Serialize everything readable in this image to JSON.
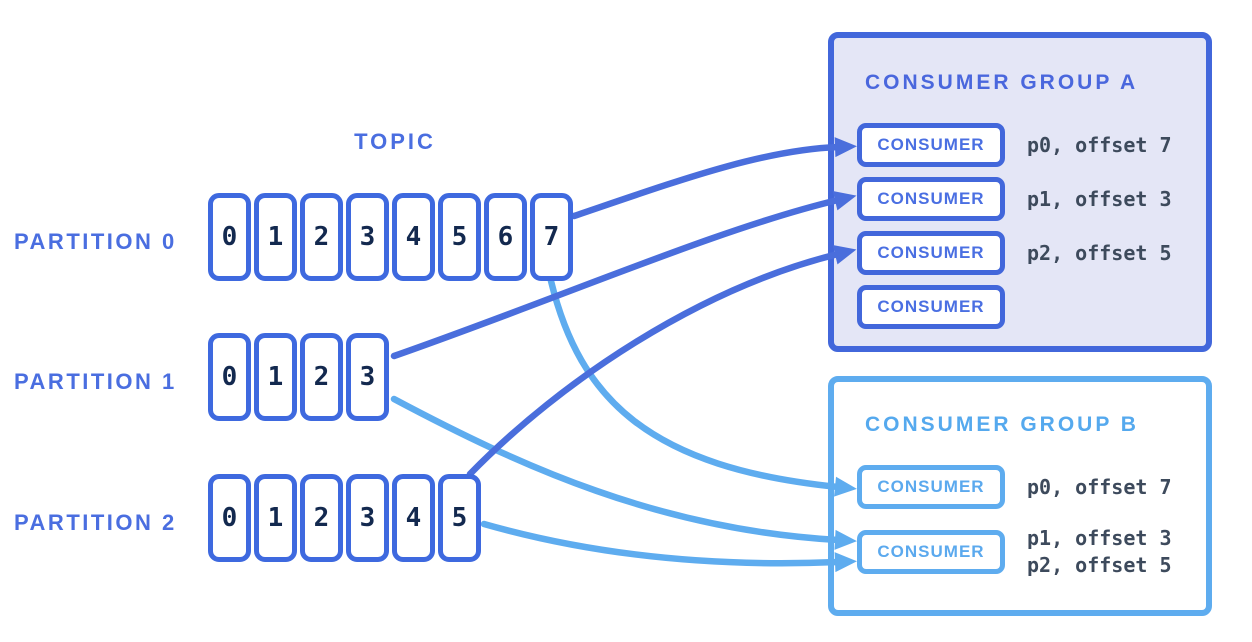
{
  "topic_label": "TOPIC",
  "colors": {
    "dark_blue": "#4267DB",
    "cell_border_blue": "#3E69DF",
    "light_blue": "#5EACEF",
    "group_a_fill": "#E4E6F6",
    "label_blue": "#4A6EE0",
    "cell_digit_navy": "#13294F",
    "offset_text": "#3D4A5C"
  },
  "partitions": [
    {
      "label": "PARTITION 0",
      "cells": [
        "0",
        "1",
        "2",
        "3",
        "4",
        "5",
        "6",
        "7"
      ]
    },
    {
      "label": "PARTITION 1",
      "cells": [
        "0",
        "1",
        "2",
        "3"
      ]
    },
    {
      "label": "PARTITION 2",
      "cells": [
        "0",
        "1",
        "2",
        "3",
        "4",
        "5"
      ]
    }
  ],
  "groups": [
    {
      "title": "CONSUMER GROUP A",
      "consumers": [
        {
          "label": "CONSUMER",
          "offsets": [
            "p0, offset 7"
          ]
        },
        {
          "label": "CONSUMER",
          "offsets": [
            "p1, offset 3"
          ]
        },
        {
          "label": "CONSUMER",
          "offsets": [
            "p2, offset 5"
          ]
        },
        {
          "label": "CONSUMER",
          "offsets": []
        }
      ]
    },
    {
      "title": "CONSUMER GROUP B",
      "consumers": [
        {
          "label": "CONSUMER",
          "offsets": [
            "p0, offset 7"
          ]
        },
        {
          "label": "CONSUMER",
          "offsets": [
            "p1, offset 3",
            "p2, offset 5"
          ]
        }
      ]
    }
  ],
  "connections": [
    {
      "from": "partition-0",
      "to": "group-a-consumer-1",
      "line": "dark_blue"
    },
    {
      "from": "partition-1",
      "to": "group-a-consumer-2",
      "line": "dark_blue"
    },
    {
      "from": "partition-2",
      "to": "group-a-consumer-3",
      "line": "dark_blue"
    },
    {
      "from": "partition-0",
      "to": "group-b-consumer-1",
      "line": "light_blue"
    },
    {
      "from": "partition-1",
      "to": "group-b-consumer-2",
      "line": "light_blue"
    },
    {
      "from": "partition-2",
      "to": "group-b-consumer-2",
      "line": "light_blue"
    }
  ]
}
